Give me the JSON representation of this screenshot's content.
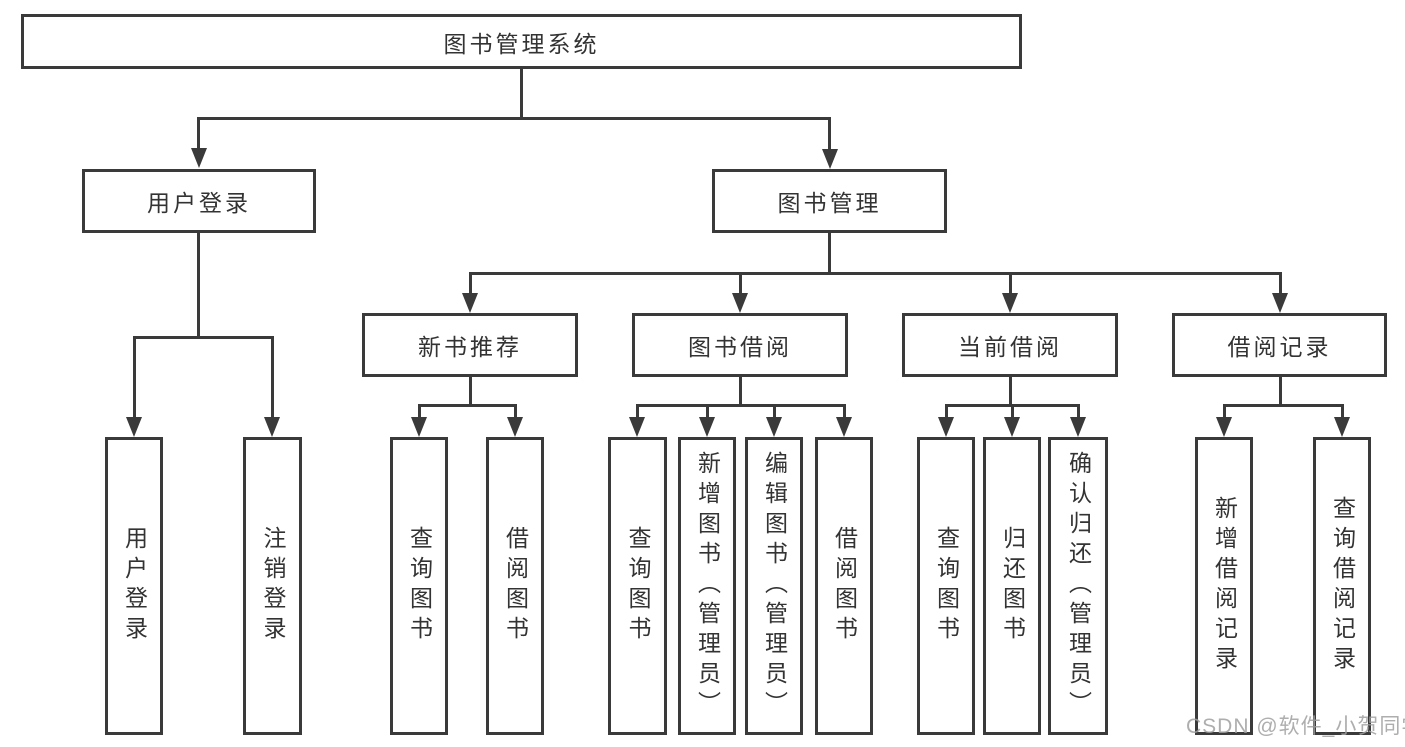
{
  "diagram": {
    "title": "图书管理系统",
    "nodes": [
      {
        "id": "root",
        "label": "图书管理系统"
      },
      {
        "id": "user-login",
        "label": "用户登录"
      },
      {
        "id": "book-mgmt",
        "label": "图书管理"
      },
      {
        "id": "new-book-rec",
        "label": "新书推荐"
      },
      {
        "id": "book-borrow",
        "label": "图书借阅"
      },
      {
        "id": "current-borrow",
        "label": "当前借阅"
      },
      {
        "id": "borrow-records",
        "label": "借阅记录"
      },
      {
        "id": "login",
        "label": "用户登录"
      },
      {
        "id": "logout",
        "label": "注销登录"
      },
      {
        "id": "nbr-query",
        "label": "查询图书"
      },
      {
        "id": "nbr-borrow",
        "label": "借阅图书"
      },
      {
        "id": "bb-query",
        "label": "查询图书"
      },
      {
        "id": "bb-add",
        "label": "新增图书（管理员）"
      },
      {
        "id": "bb-edit",
        "label": "编辑图书（管理员）"
      },
      {
        "id": "bb-borrow",
        "label": "借阅图书"
      },
      {
        "id": "cb-query",
        "label": "查询图书"
      },
      {
        "id": "cb-return",
        "label": "归还图书"
      },
      {
        "id": "cb-confirm",
        "label": "确认归还（管理员）"
      },
      {
        "id": "br-add",
        "label": "新增借阅记录"
      },
      {
        "id": "br-query",
        "label": "查询借阅记录"
      }
    ],
    "hierarchy": {
      "图书管理系统": [
        "用户登录",
        "图书管理"
      ],
      "用户登录": [
        "用户登录",
        "注销登录"
      ],
      "图书管理": [
        "新书推荐",
        "图书借阅",
        "当前借阅",
        "借阅记录"
      ],
      "新书推荐": [
        "查询图书",
        "借阅图书"
      ],
      "图书借阅": [
        "查询图书",
        "新增图书（管理员）",
        "编辑图书（管理员）",
        "借阅图书"
      ],
      "当前借阅": [
        "查询图书",
        "归还图书",
        "确认归还（管理员）"
      ],
      "借阅记录": [
        "新增借阅记录",
        "查询借阅记录"
      ]
    }
  },
  "watermark": {
    "text": "CSDN @软件_小贺同学"
  },
  "colors": {
    "line": "#3a3a3a",
    "text": "#333333",
    "watermark": "#a0a0a0",
    "background": "#ffffff"
  }
}
